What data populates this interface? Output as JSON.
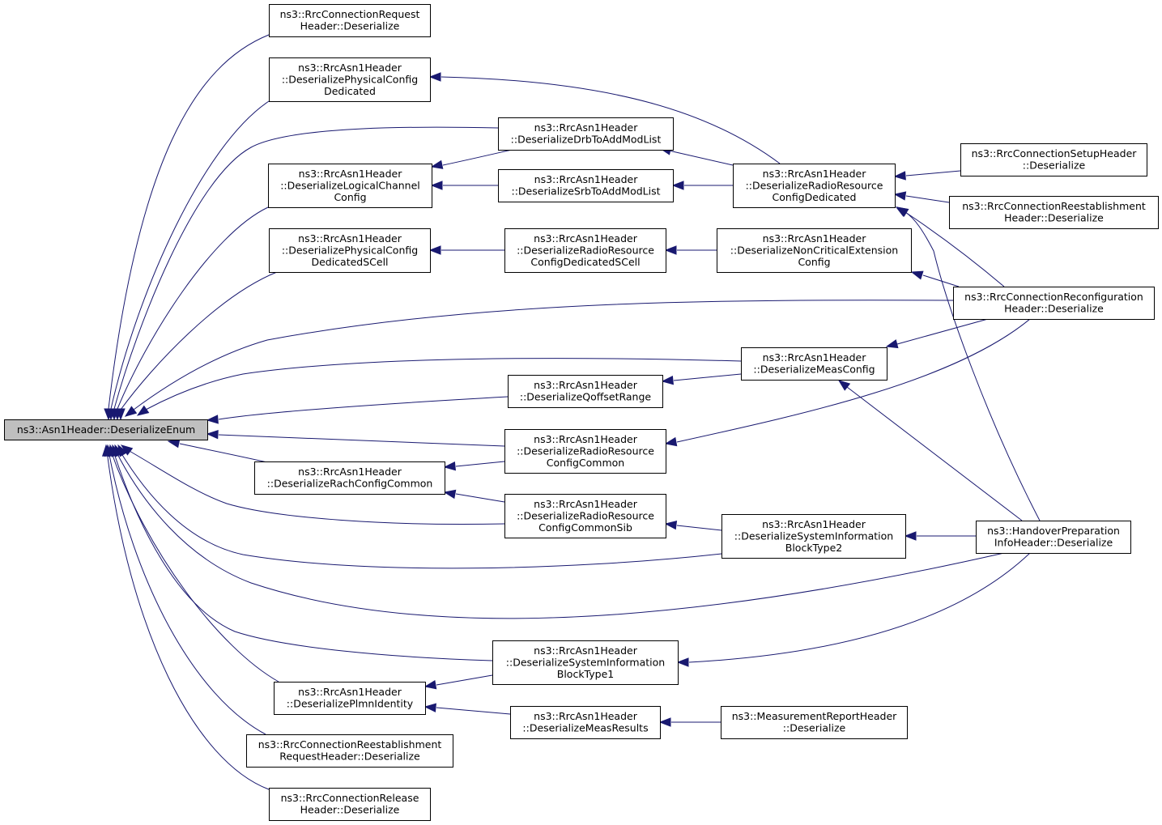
{
  "colors": {
    "edge": "#191970",
    "root_fill": "#bfbfbf",
    "node_fill": "#ffffff",
    "node_border": "#000000"
  },
  "graph": {
    "nodes": [
      {
        "id": "root",
        "lines": [
          "ns3::Asn1Header::DeserializeEnum"
        ]
      },
      {
        "id": "n1",
        "lines": [
          "ns3::RrcConnectionRequest",
          "Header::Deserialize"
        ]
      },
      {
        "id": "n2",
        "lines": [
          "ns3::RrcAsn1Header",
          "::DeserializePhysicalConfig",
          "Dedicated"
        ]
      },
      {
        "id": "n3",
        "lines": [
          "ns3::RrcAsn1Header",
          "::DeserializeLogicalChannel",
          "Config"
        ]
      },
      {
        "id": "n4",
        "lines": [
          "ns3::RrcAsn1Header",
          "::DeserializePhysicalConfig",
          "DedicatedSCell"
        ]
      },
      {
        "id": "n5",
        "lines": [
          "ns3::RrcAsn1Header",
          "::DeserializeRachConfigCommon"
        ]
      },
      {
        "id": "n6",
        "lines": [
          "ns3::RrcAsn1Header",
          "::DeserializePlmnIdentity"
        ]
      },
      {
        "id": "n7",
        "lines": [
          "ns3::RrcConnectionReestablishment",
          "RequestHeader::Deserialize"
        ]
      },
      {
        "id": "n8",
        "lines": [
          "ns3::RrcConnectionRelease",
          "Header::Deserialize"
        ]
      },
      {
        "id": "n9",
        "lines": [
          "ns3::RrcAsn1Header",
          "::DeserializeDrbToAddModList"
        ]
      },
      {
        "id": "n10",
        "lines": [
          "ns3::RrcAsn1Header",
          "::DeserializeSrbToAddModList"
        ]
      },
      {
        "id": "n11",
        "lines": [
          "ns3::RrcAsn1Header",
          "::DeserializeRadioResource",
          "ConfigDedicatedSCell"
        ]
      },
      {
        "id": "n12",
        "lines": [
          "ns3::RrcAsn1Header",
          "::DeserializeQoffsetRange"
        ]
      },
      {
        "id": "n13",
        "lines": [
          "ns3::RrcAsn1Header",
          "::DeserializeRadioResource",
          "ConfigCommon"
        ]
      },
      {
        "id": "n14",
        "lines": [
          "ns3::RrcAsn1Header",
          "::DeserializeRadioResource",
          "ConfigCommonSib"
        ]
      },
      {
        "id": "n15",
        "lines": [
          "ns3::RrcAsn1Header",
          "::DeserializeSystemInformation",
          "BlockType1"
        ]
      },
      {
        "id": "n16",
        "lines": [
          "ns3::RrcAsn1Header",
          "::DeserializeMeasResults"
        ]
      },
      {
        "id": "n17",
        "lines": [
          "ns3::RrcAsn1Header",
          "::DeserializeRadioResource",
          "ConfigDedicated"
        ]
      },
      {
        "id": "n18",
        "lines": [
          "ns3::RrcAsn1Header",
          "::DeserializeNonCriticalExtension",
          "Config"
        ]
      },
      {
        "id": "n19",
        "lines": [
          "ns3::RrcAsn1Header",
          "::DeserializeMeasConfig"
        ]
      },
      {
        "id": "n20",
        "lines": [
          "ns3::RrcAsn1Header",
          "::DeserializeSystemInformation",
          "BlockType2"
        ]
      },
      {
        "id": "n21",
        "lines": [
          "ns3::MeasurementReportHeader",
          "::Deserialize"
        ]
      },
      {
        "id": "n22",
        "lines": [
          "ns3::RrcConnectionSetupHeader",
          "::Deserialize"
        ]
      },
      {
        "id": "n23",
        "lines": [
          "ns3::RrcConnectionReestablishment",
          "Header::Deserialize"
        ]
      },
      {
        "id": "n24",
        "lines": [
          "ns3::RrcConnectionReconfiguration",
          "Header::Deserialize"
        ]
      },
      {
        "id": "n25",
        "lines": [
          "ns3::HandoverPreparation",
          "InfoHeader::Deserialize"
        ]
      }
    ],
    "edges": [
      {
        "from": "n1",
        "to": "root"
      },
      {
        "from": "n2",
        "to": "root"
      },
      {
        "from": "n9",
        "to": "root"
      },
      {
        "from": "n3",
        "to": "root"
      },
      {
        "from": "n4",
        "to": "root"
      },
      {
        "from": "n24",
        "to": "root"
      },
      {
        "from": "n19",
        "to": "root"
      },
      {
        "from": "n12",
        "to": "root"
      },
      {
        "from": "n13",
        "to": "root"
      },
      {
        "from": "n5",
        "to": "root"
      },
      {
        "from": "n14",
        "to": "root"
      },
      {
        "from": "n20",
        "to": "root"
      },
      {
        "from": "n25",
        "to": "root"
      },
      {
        "from": "n15",
        "to": "root"
      },
      {
        "from": "n6",
        "to": "root"
      },
      {
        "from": "n7",
        "to": "root"
      },
      {
        "from": "n8",
        "to": "root"
      },
      {
        "from": "n17",
        "to": "n2"
      },
      {
        "from": "n9",
        "to": "n3"
      },
      {
        "from": "n10",
        "to": "n3"
      },
      {
        "from": "n11",
        "to": "n4"
      },
      {
        "from": "n13",
        "to": "n5"
      },
      {
        "from": "n14",
        "to": "n5"
      },
      {
        "from": "n15",
        "to": "n6"
      },
      {
        "from": "n16",
        "to": "n6"
      },
      {
        "from": "n17",
        "to": "n9"
      },
      {
        "from": "n17",
        "to": "n10"
      },
      {
        "from": "n18",
        "to": "n11"
      },
      {
        "from": "n19",
        "to": "n12"
      },
      {
        "from": "n24",
        "to": "n13"
      },
      {
        "from": "n20",
        "to": "n14"
      },
      {
        "from": "n25",
        "to": "n15"
      },
      {
        "from": "n21",
        "to": "n16"
      },
      {
        "from": "n22",
        "to": "n17"
      },
      {
        "from": "n23",
        "to": "n17"
      },
      {
        "from": "n24",
        "to": "n17"
      },
      {
        "from": "n25",
        "to": "n17"
      },
      {
        "from": "n24",
        "to": "n18"
      },
      {
        "from": "n24",
        "to": "n19"
      },
      {
        "from": "n25",
        "to": "n19"
      },
      {
        "from": "n25",
        "to": "n20"
      }
    ]
  }
}
